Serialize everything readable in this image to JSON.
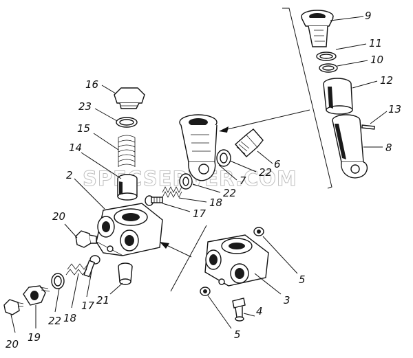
{
  "watermark": "SPECSERVER.COM",
  "callouts": {
    "n2": "2",
    "n3": "3",
    "n4": "4",
    "n5a": "5",
    "n5b": "5",
    "n6": "6",
    "n7": "7",
    "n8": "8",
    "n9": "9",
    "n10": "10",
    "n11": "11",
    "n12": "12",
    "n13": "13",
    "n14": "14",
    "n15": "15",
    "n16": "16",
    "n17a": "17",
    "n17b": "17",
    "n18a": "18",
    "n18b": "18",
    "n19": "19",
    "n20a": "20",
    "n20b": "20",
    "n21": "21",
    "n22a": "22",
    "n22b": "22",
    "n22c": "22",
    "n23": "23"
  },
  "icons": [
    "bracket-line",
    "assembly-arrow",
    "hex-plug",
    "coil-spring",
    "o-ring",
    "pump-body",
    "check-valve"
  ]
}
